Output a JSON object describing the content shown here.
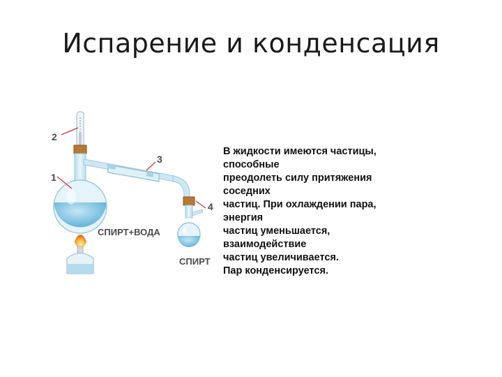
{
  "title": "Испарение и конденсация",
  "diagram": {
    "labels": {
      "n1": "1",
      "n2": "2",
      "n3": "3",
      "n4": "4",
      "flask_contents": "СПИРТ+ВОДА",
      "receiver_contents": "СПИРТ"
    },
    "colors": {
      "glass": "#cfe7f3",
      "liquid": "#7fc2e2",
      "cork": "#b77a34",
      "pointer": "#d9343c",
      "flame": "#f2a33a",
      "label": "#4a4a4a"
    }
  },
  "text": {
    "lines": [
      "В жидкости имеются частицы,",
      "способные",
      "преодолеть силу притяжения",
      "соседних",
      "частиц. При охлаждении пара,",
      "энергия",
      "частиц уменьшается,",
      "взаимодействие",
      "частиц увеличивается.",
      "Пар конденсируется."
    ]
  }
}
